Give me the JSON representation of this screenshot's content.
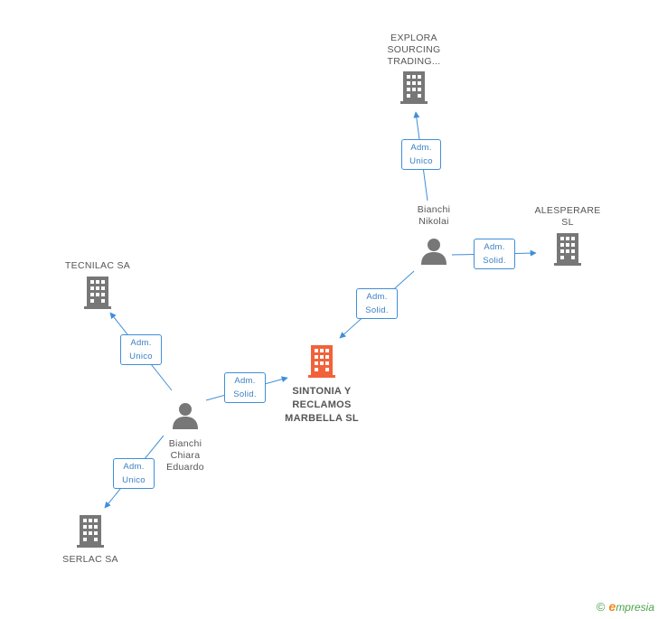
{
  "colors": {
    "edge": "#3f8fd8",
    "company": "#777777",
    "focus_company": "#f2623a",
    "person": "#777777"
  },
  "nodes": {
    "sintonia": {
      "label": "SINTONIA Y\nRECLAMOS\nMARBELLA SL",
      "icon": "building-icon"
    },
    "explora": {
      "label": "EXPLORA\nSOURCING\nTRADING...",
      "icon": "building-icon"
    },
    "alesperare": {
      "label": "ALESPERARE\nSL",
      "icon": "building-icon"
    },
    "tecnilac": {
      "label": "TECNILAC SA",
      "icon": "building-icon"
    },
    "serlac": {
      "label": "SERLAC SA",
      "icon": "building-icon"
    },
    "nikolai": {
      "label": "Bianchi\nNikolai",
      "icon": "person-icon"
    },
    "eduardo": {
      "label": "Bianchi\nChiara\nEduardo",
      "icon": "person-icon"
    }
  },
  "relations": {
    "r1": {
      "line1": "Adm.",
      "line2": "Unico"
    },
    "r2": {
      "line1": "Adm.",
      "line2": "Solid."
    },
    "r3": {
      "line1": "Adm.",
      "line2": "Solid."
    },
    "r4": {
      "line1": "Adm.",
      "line2": "Solid."
    },
    "r5": {
      "line1": "Adm.",
      "line2": "Unico"
    },
    "r6": {
      "line1": "Adm.",
      "line2": "Unico"
    }
  },
  "footer": {
    "copyright": "©",
    "brand_initial": "e",
    "brand_rest": "mpresia"
  }
}
